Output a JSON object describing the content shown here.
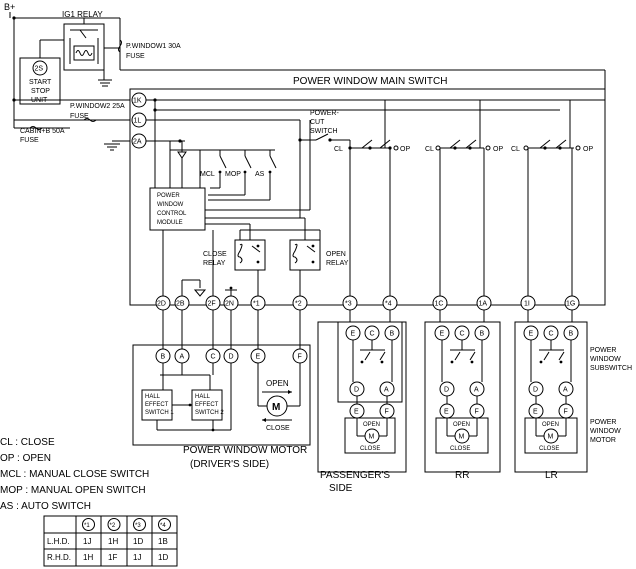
{
  "diagram": {
    "supply": "B+",
    "relay": "IG1 RELAY",
    "start_stop_connector": "2S",
    "start_stop_unit": [
      "START",
      "STOP",
      "UNIT"
    ],
    "fuses": {
      "pw1": [
        "P.WINDOW1 30A",
        "FUSE"
      ],
      "pw2": [
        "P.WINDOW2 25A",
        "FUSE"
      ],
      "cabin": [
        "CABIN+B 50A",
        "FUSE"
      ]
    },
    "main_switch_title": "POWER WINDOW MAIN SWITCH",
    "power_cut_switch": [
      "POWER-",
      "CUT",
      "SWITCH"
    ],
    "main_terminals": {
      "t1k": "1K",
      "t1l": "1L",
      "t2a": "2A"
    },
    "switch_labels": {
      "mcl": "MCL",
      "mop": "MOP",
      "as": "AS",
      "cl": "CL",
      "op": "OP"
    },
    "control_module": [
      "POWER",
      "WINDOW",
      "CONTROL",
      "MODULE"
    ],
    "close_relay": [
      "CLOSE",
      "RELAY"
    ],
    "open_relay": [
      "OPEN",
      "RELAY"
    ],
    "bottom_terminals": [
      "2D",
      "2B",
      "2F",
      "2N",
      "*1",
      "*2",
      "*3",
      "*4",
      "1C",
      "1A",
      "1I",
      "1G"
    ],
    "driver_motor": {
      "pins": [
        "B",
        "A",
        "C",
        "D",
        "E",
        "F"
      ],
      "hall1": [
        "HALL",
        "EFFECT",
        "SWITCH 1"
      ],
      "hall2": [
        "HALL",
        "EFFECT",
        "SWITCH 2"
      ],
      "open": "OPEN",
      "close": "CLOSE",
      "motor": "M",
      "title": [
        "POWER WINDOW MOTOR",
        "(DRIVER'S SIDE)"
      ]
    },
    "subswitch_pins": [
      "E",
      "C",
      "B",
      "D",
      "A",
      "E",
      "F"
    ],
    "sub_open": "OPEN",
    "sub_close": "CLOSE",
    "sub_motor": "M",
    "door_labels": {
      "passenger": [
        "PASSENGER'S",
        "SIDE"
      ],
      "rr": "RR",
      "lr": "LR"
    },
    "right_labels": {
      "subswitch": [
        "POWER",
        "WINDOW",
        "SUBSWITCH"
      ],
      "motor": [
        "POWER",
        "WINDOW",
        "MOTOR"
      ]
    }
  },
  "legend": [
    "CL : CLOSE",
    "OP : OPEN",
    "MCL : MANUAL CLOSE SWITCH",
    "MOP : MANUAL OPEN SWITCH",
    "AS : AUTO SWITCH"
  ],
  "table": {
    "headers": [
      "*1",
      "*2",
      "*3",
      "*4"
    ],
    "rows": [
      {
        "label": "L.H.D.",
        "cells": [
          "1J",
          "1H",
          "1D",
          "1B"
        ]
      },
      {
        "label": "R.H.D.",
        "cells": [
          "1H",
          "1F",
          "1J",
          "1D"
        ]
      }
    ]
  }
}
